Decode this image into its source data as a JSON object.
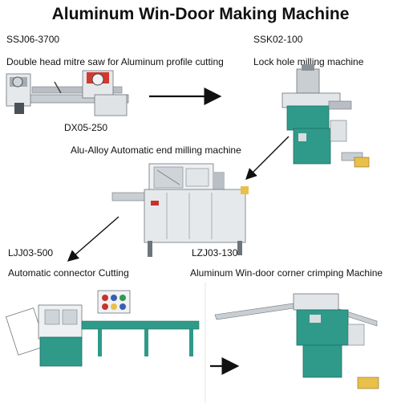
{
  "title": "Aluminum Win-Door Making Machine",
  "machines": [
    {
      "model": "SSJ06-3700",
      "name": "Double head mitre saw for Aluminum profile cutting"
    },
    {
      "model": "SSK02-100",
      "name": "Lock hole milling machine"
    },
    {
      "model": "DX05-250",
      "name": "Alu-Alloy Automatic end milling machine"
    },
    {
      "model": "LJJ03-500",
      "name": "Automatic connector Cutting"
    },
    {
      "model": "LZJ03-130",
      "name": "Aluminum Win-door  corner crimping Machine"
    }
  ],
  "colors": {
    "machine_teal": "#2f9a8a",
    "machine_grey": "#d9dde0",
    "arrow": "#111111",
    "control_red": "#c8322c",
    "control_blue": "#3a5fb0"
  }
}
